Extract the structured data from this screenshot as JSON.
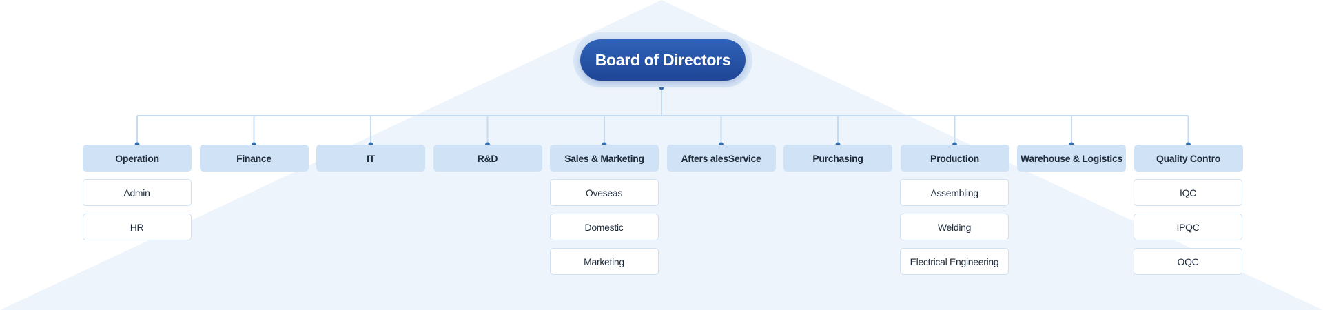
{
  "root": {
    "label": "Board of Directors"
  },
  "departments": [
    {
      "label": "Operation",
      "children": [
        "Admin",
        "HR"
      ]
    },
    {
      "label": "Finance",
      "children": []
    },
    {
      "label": "IT",
      "children": []
    },
    {
      "label": "R&D",
      "children": []
    },
    {
      "label": "Sales & Marketing",
      "children": [
        "Oveseas",
        "Domestic",
        "Marketing"
      ]
    },
    {
      "label": "Afters alesService",
      "children": []
    },
    {
      "label": "Purchasing",
      "children": []
    },
    {
      "label": "Production",
      "children": [
        "Assembling",
        "Welding",
        "Electrical Engineering"
      ]
    },
    {
      "label": "Warehouse & Logistics",
      "children": []
    },
    {
      "label": "Quality Contro",
      "children": [
        "IQC",
        "IPQC",
        "OQC"
      ]
    }
  ],
  "colors": {
    "root_fill": "#2a56aa",
    "department_fill": "#d0e2f5",
    "connector": "#c5dbf1",
    "node_dot": "#2f6fb3",
    "background_shape": "#eef4fb"
  }
}
